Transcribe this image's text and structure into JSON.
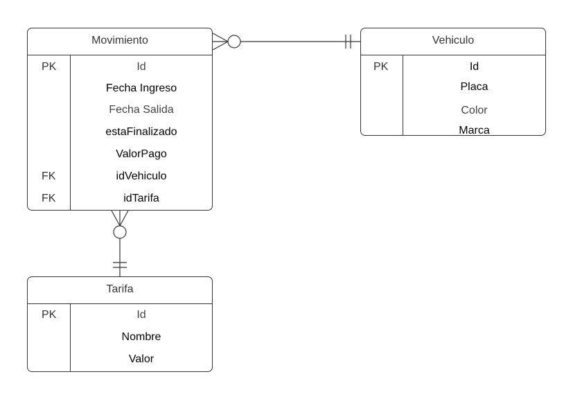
{
  "entities": {
    "movimiento": {
      "title": "Movimiento",
      "rows": [
        {
          "key": "PK",
          "attr": "Id"
        },
        {
          "key": "",
          "attr": "Fecha Ingreso"
        },
        {
          "key": "",
          "attr": "Fecha Salida"
        },
        {
          "key": "",
          "attr": "estaFinalizado"
        },
        {
          "key": "",
          "attr": "ValorPago"
        },
        {
          "key": "FK",
          "attr": "idVehiculo"
        },
        {
          "key": "FK",
          "attr": "idTarifa"
        }
      ]
    },
    "vehiculo": {
      "title": "Vehiculo",
      "rows": [
        {
          "key": "PK",
          "attr": "Id"
        },
        {
          "key": "",
          "attr": "Placa"
        },
        {
          "key": "",
          "attr": "Color"
        },
        {
          "key": "",
          "attr": "Marca"
        }
      ]
    },
    "tarifa": {
      "title": "Tarifa",
      "rows": [
        {
          "key": "PK",
          "attr": "Id"
        },
        {
          "key": "",
          "attr": "Nombre"
        },
        {
          "key": "",
          "attr": "Valor"
        }
      ]
    }
  },
  "relationships": [
    {
      "from": "Movimiento",
      "to": "Vehiculo",
      "from_cardinality": "zero-or-many",
      "to_cardinality": "exactly-one"
    },
    {
      "from": "Movimiento",
      "to": "Tarifa",
      "from_cardinality": "zero-or-many",
      "to_cardinality": "exactly-one"
    }
  ],
  "colors": {
    "line": "#333333",
    "text": "#000000",
    "muted_text": "#444444"
  }
}
